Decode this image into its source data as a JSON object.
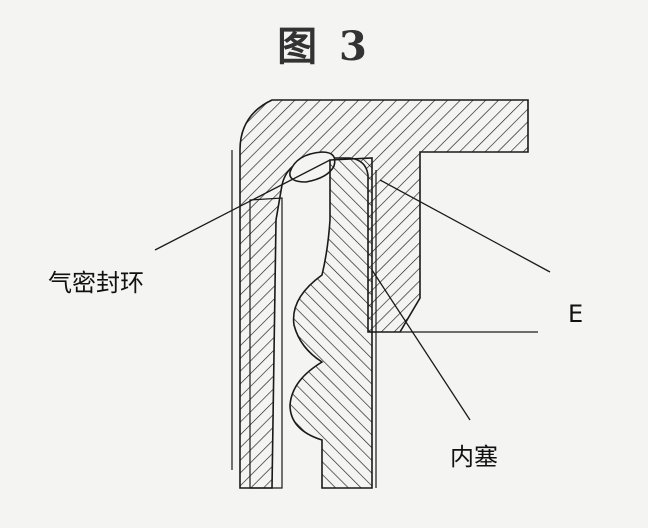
{
  "figure": {
    "title": "图 3",
    "labels": {
      "seal_ring": "气密封环",
      "e": "E",
      "inner_plug": "内塞"
    }
  },
  "colors": {
    "line": "#1a1a1a",
    "background": "#f4f4f2",
    "title": "#333333"
  }
}
